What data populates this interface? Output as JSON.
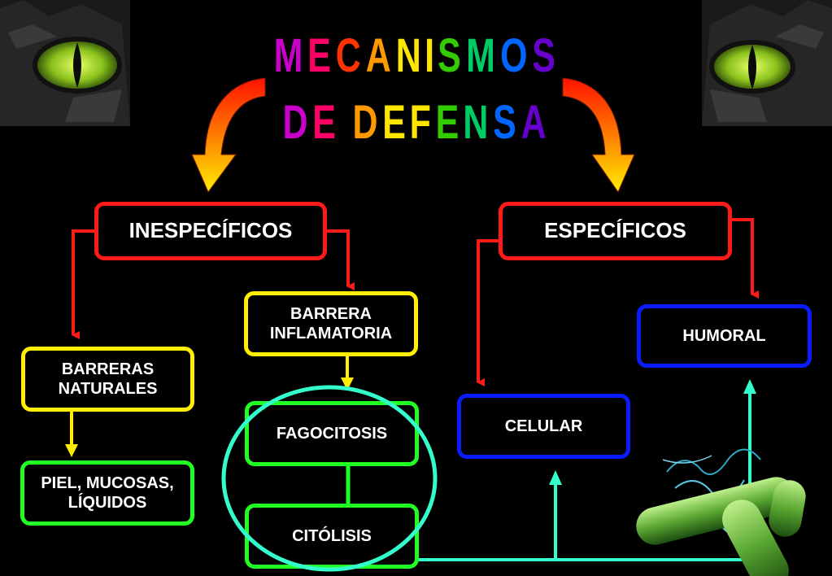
{
  "title": {
    "line1": "MECANISMOS",
    "line2": "DE DEFENSA",
    "gradient_colors": [
      "#c800c8",
      "#ff0066",
      "#ff3300",
      "#ff9900",
      "#ffe600",
      "#33cc00",
      "#00cc66",
      "#0066ff",
      "#6600cc"
    ]
  },
  "nodes": {
    "inespecificos": "INESPECÍFICOS",
    "especificos": "ESPECÍFICOS",
    "barrera_inflamatoria": "BARRERA\nINFLAMATORIA",
    "barreras_naturales": "BARRERAS\nNATURALES",
    "piel": "PIEL, MUCOSAS,\nLÍQUIDOS",
    "fagocitosis": "FAGOCITOSIS",
    "citolisis": "CITÓLISIS",
    "celular": "CELULAR",
    "humoral": "HUMORAL"
  },
  "colors": {
    "red": "#ff1a1a",
    "yellow": "#ffee00",
    "green": "#22ff22",
    "blue": "#0a1cff",
    "teal": "#33ffcc",
    "eye": "#9acd32",
    "bacteria": "#5aa832"
  },
  "decorations": [
    "cat-eye-left-image",
    "cat-eye-right-image",
    "bacteria-image"
  ]
}
